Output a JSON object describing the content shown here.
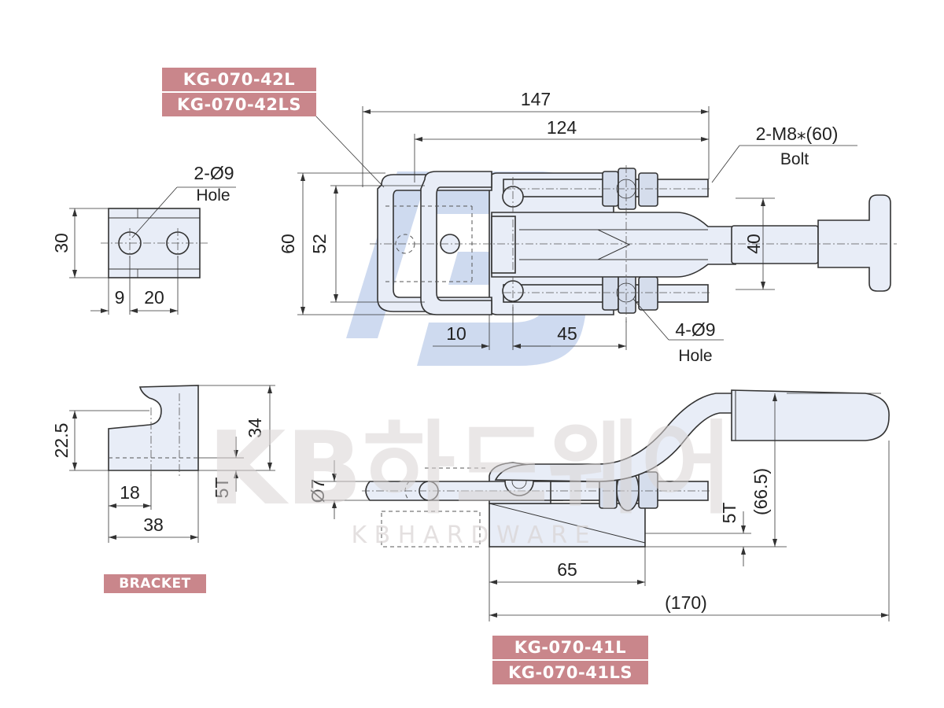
{
  "labels": {
    "model_top_1": "KG-070-42L",
    "model_top_2": "KG-070-42LS",
    "model_bottom_1": "KG-070-41L",
    "model_bottom_2": "KG-070-41LS",
    "bracket": "BRACKET"
  },
  "watermark": {
    "main": "KB하드웨어",
    "sub": "K B  H A R D W A R E"
  },
  "dims_top": {
    "d147": "147",
    "d124": "124",
    "bolt_spec": "2-M8⁎(60)",
    "bolt_word": "Bolt",
    "d60": "60",
    "d52": "52",
    "d40": "40",
    "d10": "10",
    "d45": "45",
    "holes4": "4-Ø9",
    "holes4_word": "Hole"
  },
  "dims_bracket_top": {
    "holes2": "2-Ø9",
    "holes2_word": "Hole",
    "d30": "30",
    "d9": "9",
    "d20": "20"
  },
  "dims_bracket_side": {
    "d22_5": "22.5",
    "d34": "34",
    "d18": "18",
    "d38": "38",
    "d5t": "5T"
  },
  "dims_bottom": {
    "d7": "Ø7",
    "d5t": "5T",
    "d66_5": "(66.5)",
    "d65": "65",
    "d170": "(170)"
  },
  "colors": {
    "label_bg": "#c9868b",
    "part_fill": "#e8edf7",
    "watermark": "#d9d4d4",
    "logo": "#c9d6ee"
  }
}
